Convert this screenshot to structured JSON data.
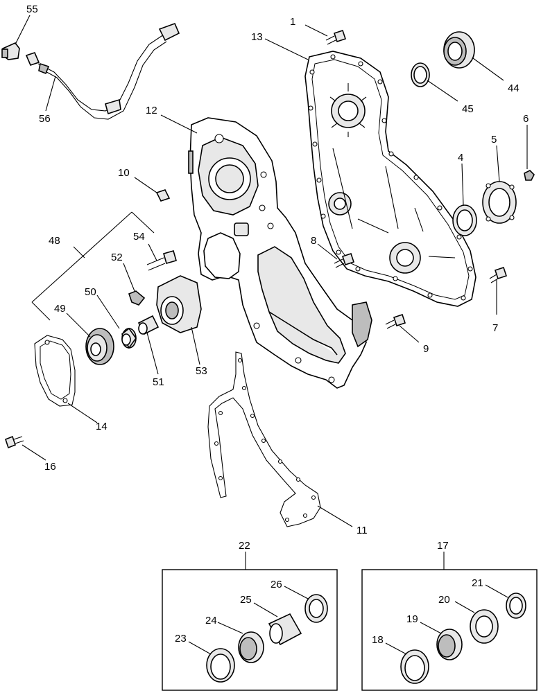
{
  "callouts": {
    "c1": "1",
    "c4": "4",
    "c5": "5",
    "c6": "6",
    "c7": "7",
    "c8": "8",
    "c9": "9",
    "c10": "10",
    "c11": "11",
    "c12": "12",
    "c13": "13",
    "c14": "14",
    "c16": "16",
    "c17": "17",
    "c18": "18",
    "c19": "19",
    "c20": "20",
    "c21": "21",
    "c22": "22",
    "c23": "23",
    "c24": "24",
    "c25": "25",
    "c26": "26",
    "c44": "44",
    "c45": "45",
    "c48": "48",
    "c49": "49",
    "c50": "50",
    "c51": "51",
    "c52": "52",
    "c53": "53",
    "c54": "54",
    "c55": "55",
    "c56": "56"
  }
}
